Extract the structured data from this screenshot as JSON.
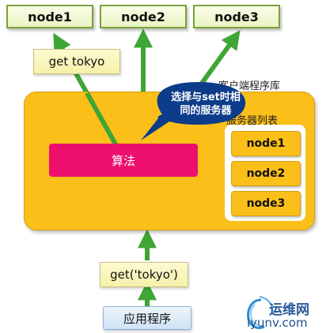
{
  "top_nodes": [
    {
      "label": "node1"
    },
    {
      "label": "node2"
    },
    {
      "label": "node3"
    }
  ],
  "request_note": "get tokyo",
  "client_library_label": "客户端程序库",
  "callout": {
    "line1": "选择与set时相",
    "line2": "同的服务器"
  },
  "algorithm_label": "算法",
  "server_list": {
    "title": "服务器列表",
    "nodes": [
      {
        "label": "node1"
      },
      {
        "label": "node2"
      },
      {
        "label": "node3"
      }
    ]
  },
  "call_note": "get('tokyo')",
  "application_label": "应用程序",
  "watermark": {
    "name": "运维网",
    "site": "iyunv.com"
  },
  "colors": {
    "client_box": "#fbbf1a",
    "algorithm": "#ec0f6d",
    "arrow": "#3fa535",
    "callout": "#0d3c8a",
    "node_border": "#7aa23a"
  }
}
